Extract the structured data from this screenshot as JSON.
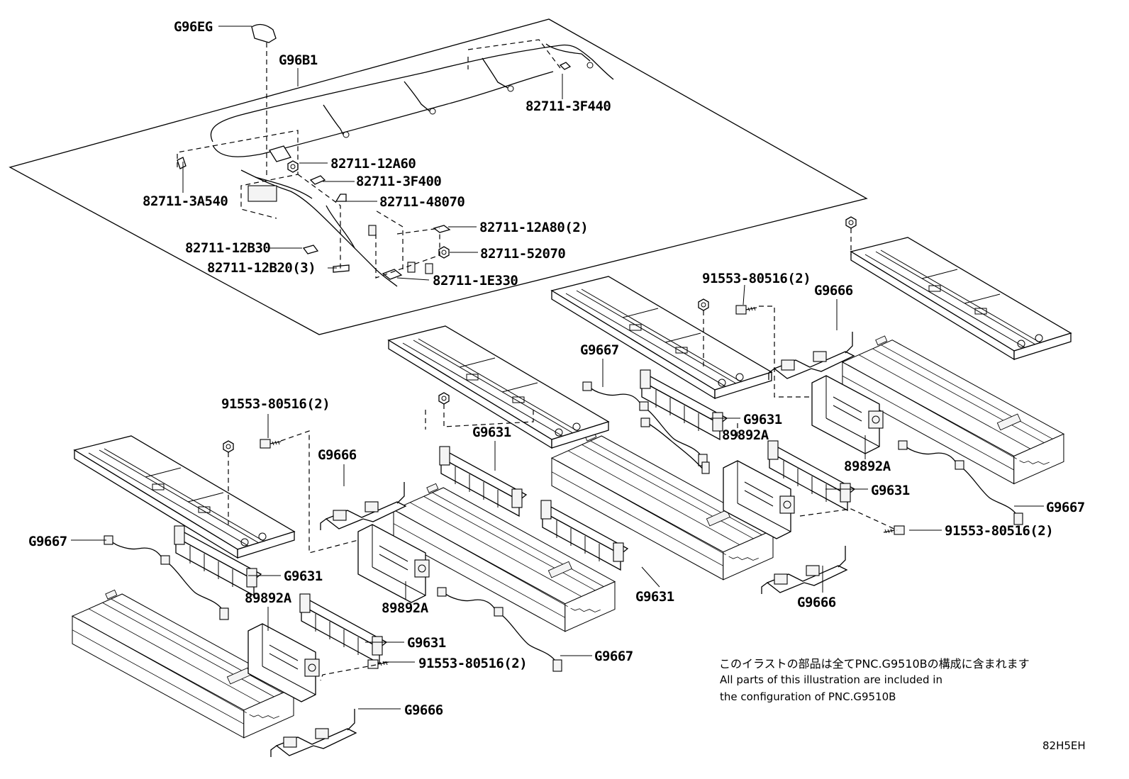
{
  "labels": {
    "g96eg": "G96EG",
    "g96b1": "G96B1",
    "p_3f440": "82711-3F440",
    "p_12a60": "82711-12A60",
    "p_3f400": "82711-3F400",
    "p_3a540": "82711-3A540",
    "p_48070": "82711-48070",
    "p_12a80": "82711-12A80(2)",
    "p_12b30": "82711-12B30",
    "p_52070": "82711-52070",
    "p_12b20": "82711-12B20(3)",
    "p_1e330": "82711-1E330",
    "bolt_top": "91553-80516(2)",
    "g9666_top": "G9666",
    "g9667_mid": "G9667",
    "g9631_mid": "G9631",
    "p89892a_right_mid": "89892A",
    "p89892a_right": "89892A",
    "g9631_right": "G9631",
    "g9667_right": "G9667",
    "bolt_right": "91553-80516(2)",
    "g9666_right": "G9666",
    "bolt_left": "91553-80516(2)",
    "g9666_left": "G9666",
    "g9631_center": "G9631",
    "g9667_left": "G9667",
    "g9631_left": "G9631",
    "p89892a_left": "89892A",
    "p89892a_center": "89892A",
    "g9631_lower": "G9631",
    "g9631_center_lower": "G9631",
    "g9667_lower": "G9667",
    "bolt_lower": "91553-80516(2)",
    "g9666_lower": "G9666"
  },
  "note": {
    "jp": "このイラストの部品は全てPNC.G9510Bの構成に含まれます",
    "en_line1": "All parts of this illustration are included in",
    "en_line2": "the configuration of PNC.G9510B"
  },
  "code": "82H5EH"
}
